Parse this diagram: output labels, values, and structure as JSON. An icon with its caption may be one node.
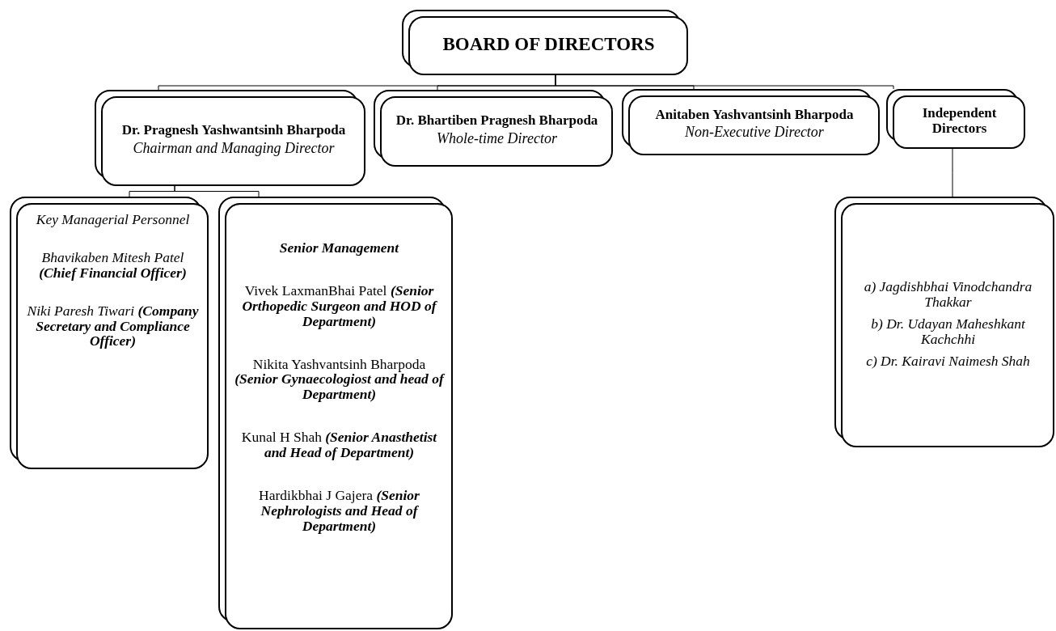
{
  "diagram": {
    "nodes": [
      {
        "text": [
          "BOARD OF DIRECTORS"
        ]
      },
      {
        "text": [
          "Dr. Pragnesh Yashwantsinh Bharpoda",
          "Chairman and Managing Director"
        ]
      },
      {
        "text": [
          "Dr. Bhartiben Pragnesh Bharpoda",
          "Whole-time Director"
        ]
      },
      {
        "text": [
          "Anitaben Yashvantsinh Bharpoda",
          "Non-Executive Director"
        ]
      },
      {
        "text": [
          "Independent Directors"
        ]
      },
      {
        "text": [
          "Key Managerial Personnel",
          "Bhavikaben Mitesh Patel **(Chief Financial Officer)**",
          "Niki Paresh Tiwari **(Company Secretary and Compliance Officer)**"
        ]
      },
      {
        "text": [
          "Senior Management",
          "Vivek LaxmanBhai Patel **(Senior Orthopedic Surgeon and HOD of Department)**",
          "Nikita Yashvantsinh Bharpoda **(Senior Gynaecologiost and head of Department)**",
          "Kunal H Shah **(Senior Anasthetist and Head of Department)**",
          "Hardikbhai J Gajera **(Senior Nephrologists and Head of Department)**"
        ]
      },
      {
        "text": [
          "a) Jagdishbhai Vinodchandra Thakkar",
          "b) Dr. Udayan Maheshkant Kachchhi",
          "c) Dr. Kairavi Naimesh Shah"
        ]
      }
    ],
    "edges": [
      {
        "from": 0,
        "to": 1,
        "arrow": "none"
      },
      {
        "from": 0,
        "to": 2,
        "arrow": "none"
      },
      {
        "from": 0,
        "to": 3,
        "arrow": "none"
      },
      {
        "from": 0,
        "to": 4,
        "arrow": "none"
      },
      {
        "from": 1,
        "to": 5,
        "arrow": "none"
      },
      {
        "from": 1,
        "to": 6,
        "arrow": "none"
      },
      {
        "from": 4,
        "to": 7,
        "arrow": "none"
      }
    ]
  }
}
